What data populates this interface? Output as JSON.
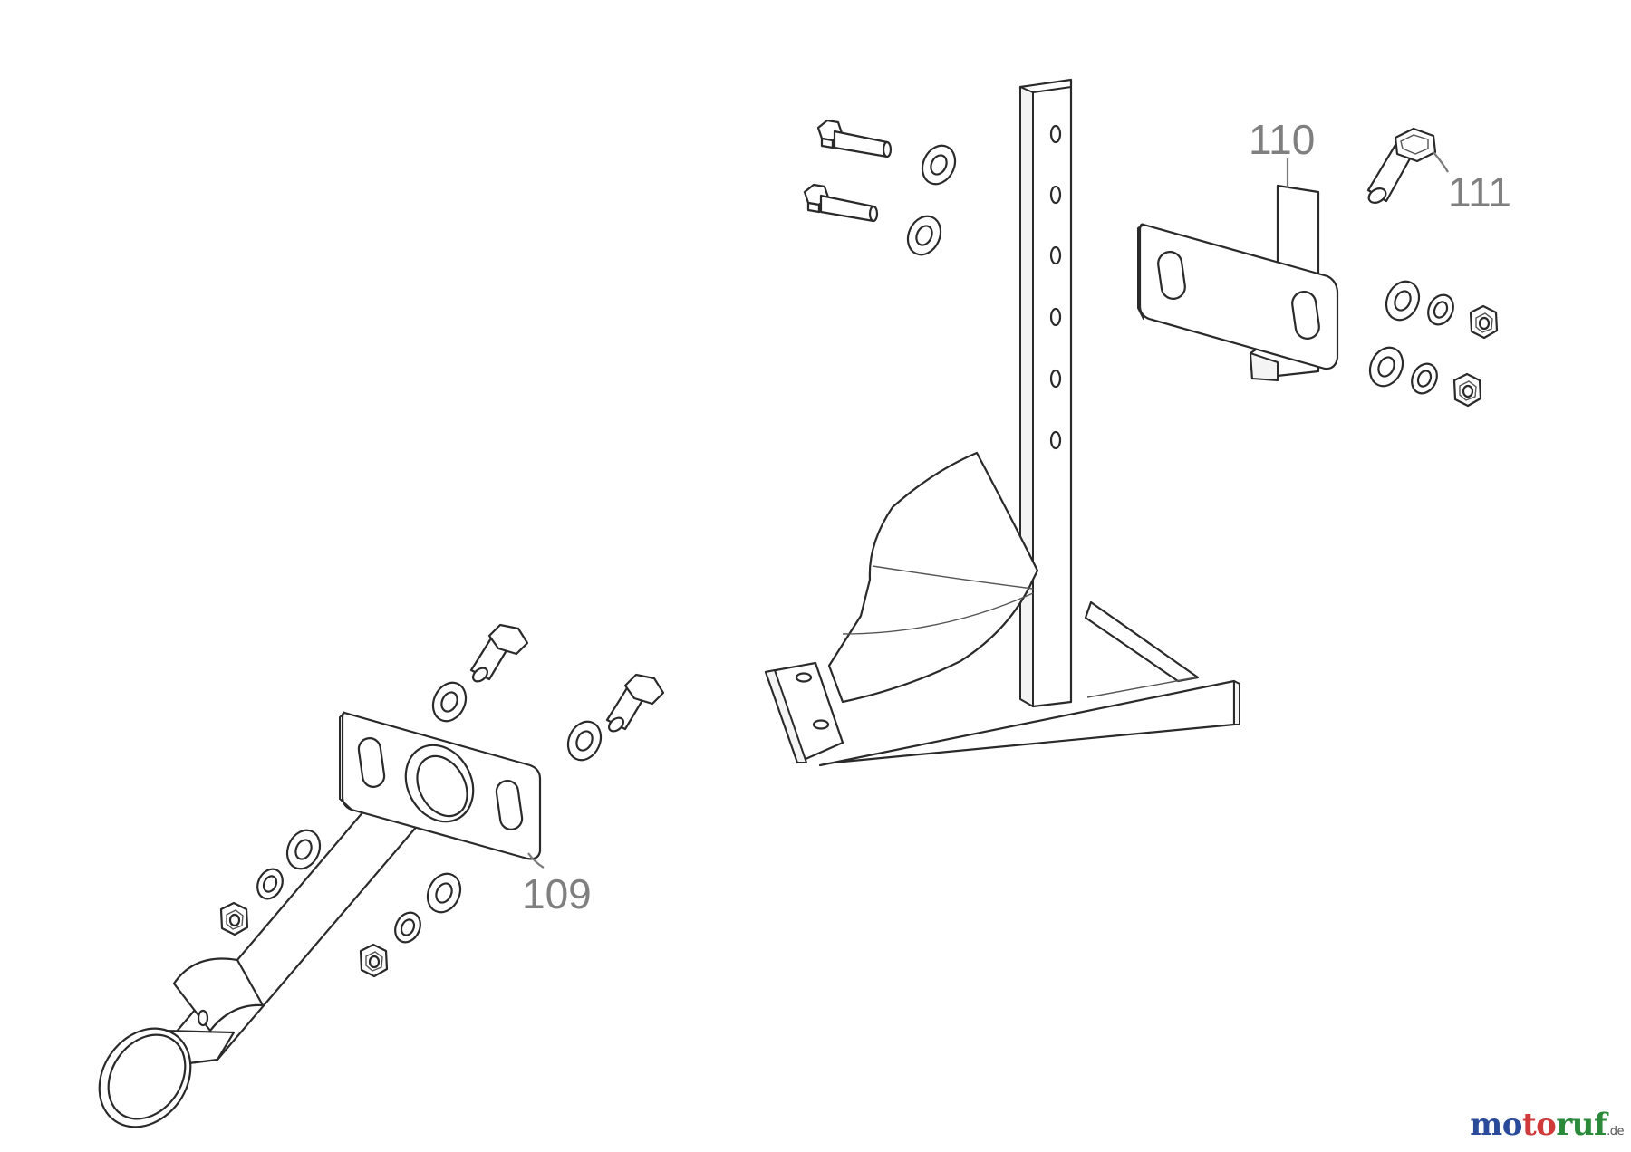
{
  "callouts": {
    "p109": "109",
    "p110": "110",
    "p111": "111"
  },
  "watermark": {
    "part1": "mo",
    "part2": "to",
    "part3": "ruf",
    "tld": ".de",
    "colors": {
      "blue": "#2a4a9a",
      "red": "#d03a3a",
      "green": "#2a8a3a"
    }
  }
}
